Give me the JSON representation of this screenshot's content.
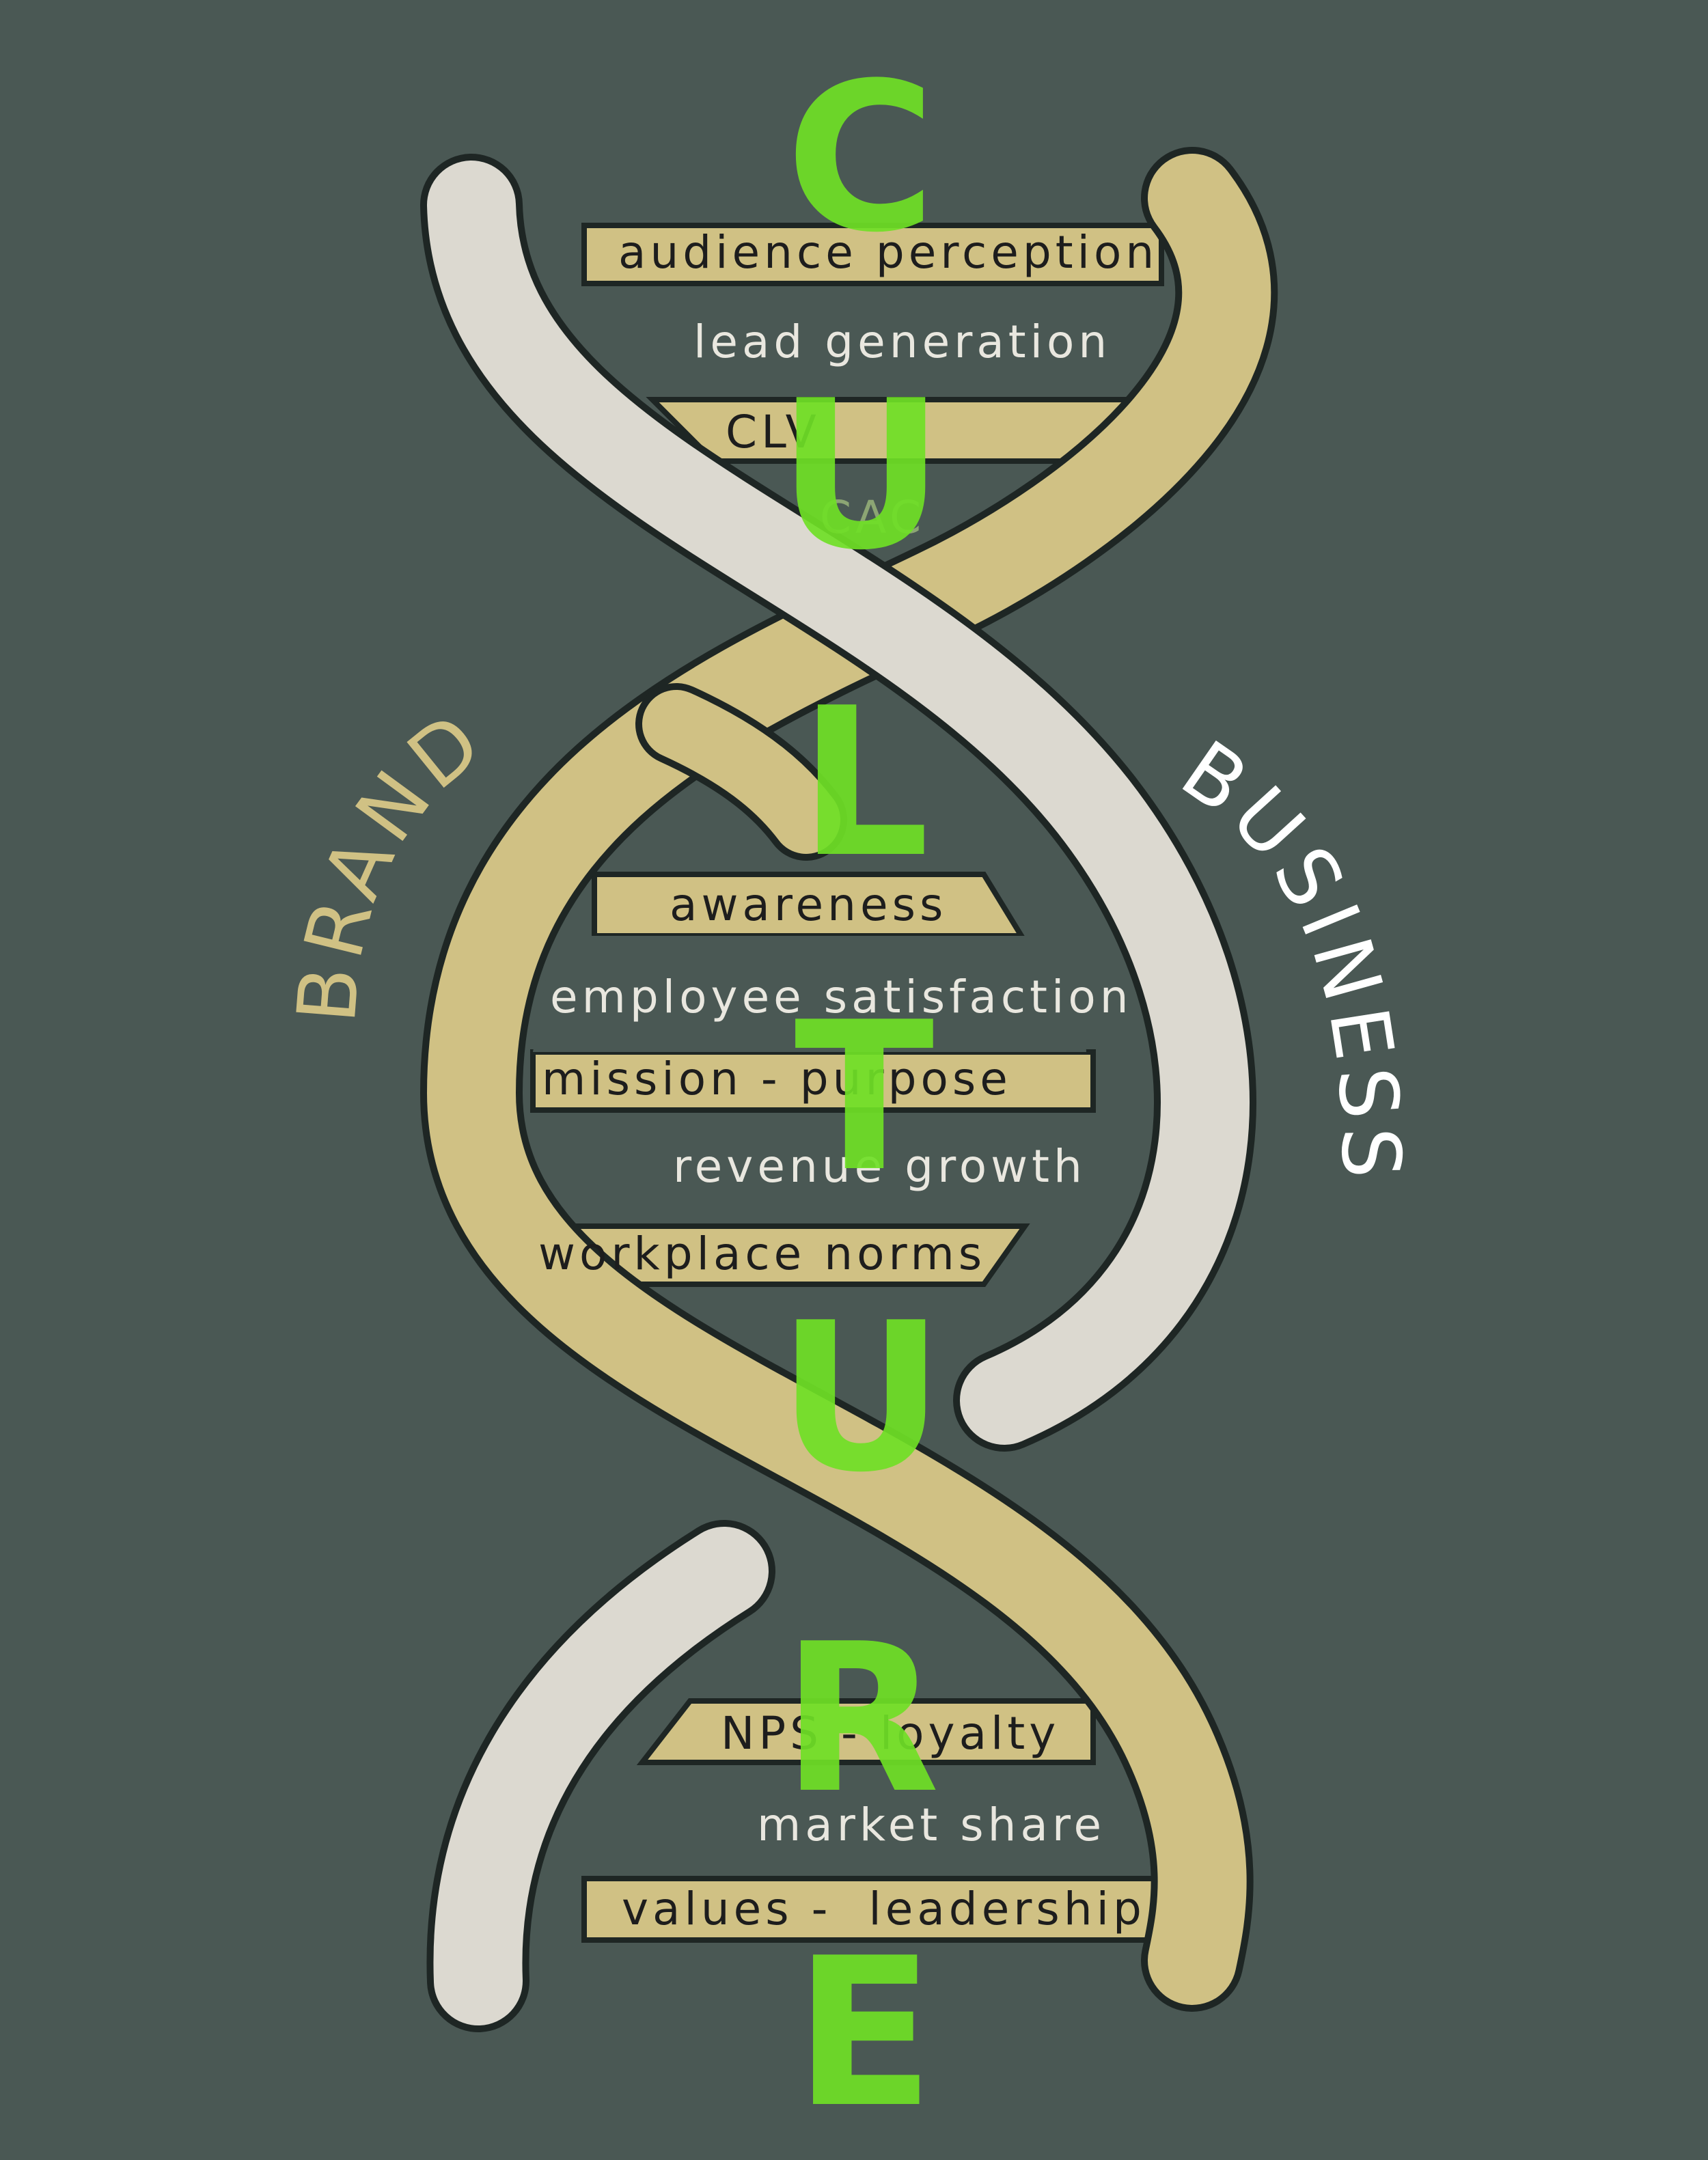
{
  "colors": {
    "background": "#4a5854",
    "tan_strand": "#d0c184",
    "gray_strand": "#dcd9d0",
    "outline": "#1e2624",
    "accent_green": "#6fe026",
    "dark_text": "#1d1d1d",
    "light_text": "#e9e7df",
    "brand_label": "#d0c184",
    "business_label": "#ffffff"
  },
  "side_labels": {
    "brand": "BRAND",
    "business": "BUSINESS"
  },
  "culture_letters": [
    "C",
    "U",
    "L",
    "T",
    "U",
    "R",
    "E"
  ],
  "rungs_top": [
    {
      "text": "audience perception",
      "style": "dark"
    },
    {
      "text": "lead generation",
      "style": "light"
    },
    {
      "text": "CLV",
      "style": "dark"
    },
    {
      "text": "CAC",
      "style": "light-faded"
    }
  ],
  "rungs_middle": [
    {
      "text": "awareness",
      "style": "dark"
    },
    {
      "text": "employee satisfaction",
      "style": "light"
    },
    {
      "text": "mission - purpose",
      "style": "dark"
    },
    {
      "text": "revenue growth",
      "style": "light"
    },
    {
      "text": "workplace norms",
      "style": "dark"
    }
  ],
  "rungs_bottom": [
    {
      "text": "NPS - loyalty",
      "style": "dark"
    },
    {
      "text": "market share",
      "style": "light"
    },
    {
      "text": "values -  leadership",
      "style": "dark"
    }
  ]
}
